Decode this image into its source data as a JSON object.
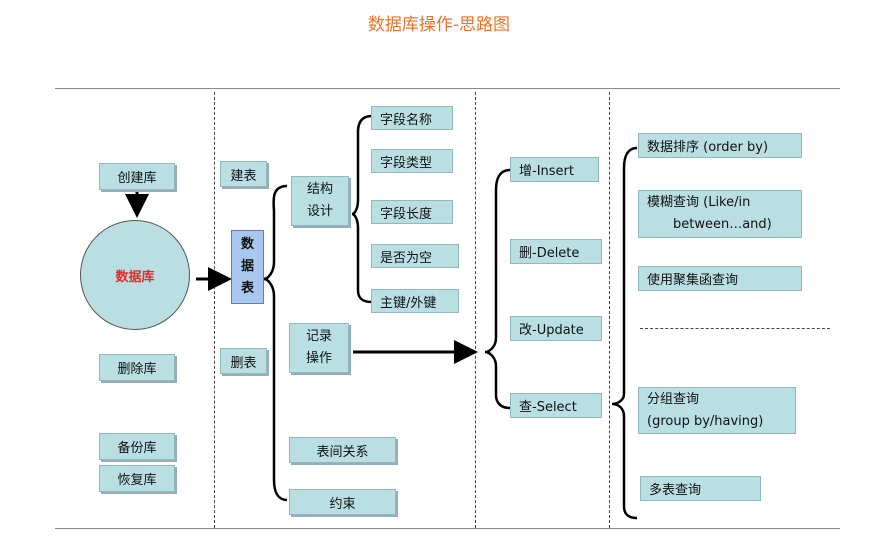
{
  "title": "数据库操作-思路图",
  "db_ops": {
    "create": "创建库",
    "center": "数据库",
    "delete": "删除库",
    "backup": "备份库",
    "restore": "恢复库"
  },
  "table_ops": {
    "create": "建表",
    "table": [
      "数",
      "据",
      "表"
    ],
    "delete": "删表"
  },
  "structure": {
    "design": [
      "结构",
      "设计"
    ],
    "fields": [
      "字段名称",
      "字段类型",
      "字段长度",
      "是否为空",
      "主键/外键"
    ]
  },
  "records": {
    "label": [
      "记录",
      "操作"
    ],
    "relations": "表间关系",
    "constraints": "约束"
  },
  "crud": {
    "insert": "增-Insert",
    "delete": "删-Delete",
    "update": "改-Update",
    "select": "查-Select"
  },
  "queries": {
    "order": "数据排序 (order by)",
    "fuzzy": [
      "模糊查询 (Like/in",
      "between…and)"
    ],
    "aggregate": "使用聚集函查询",
    "group": [
      "分组查询",
      "(group by/having)"
    ],
    "multi": "多表查询"
  }
}
